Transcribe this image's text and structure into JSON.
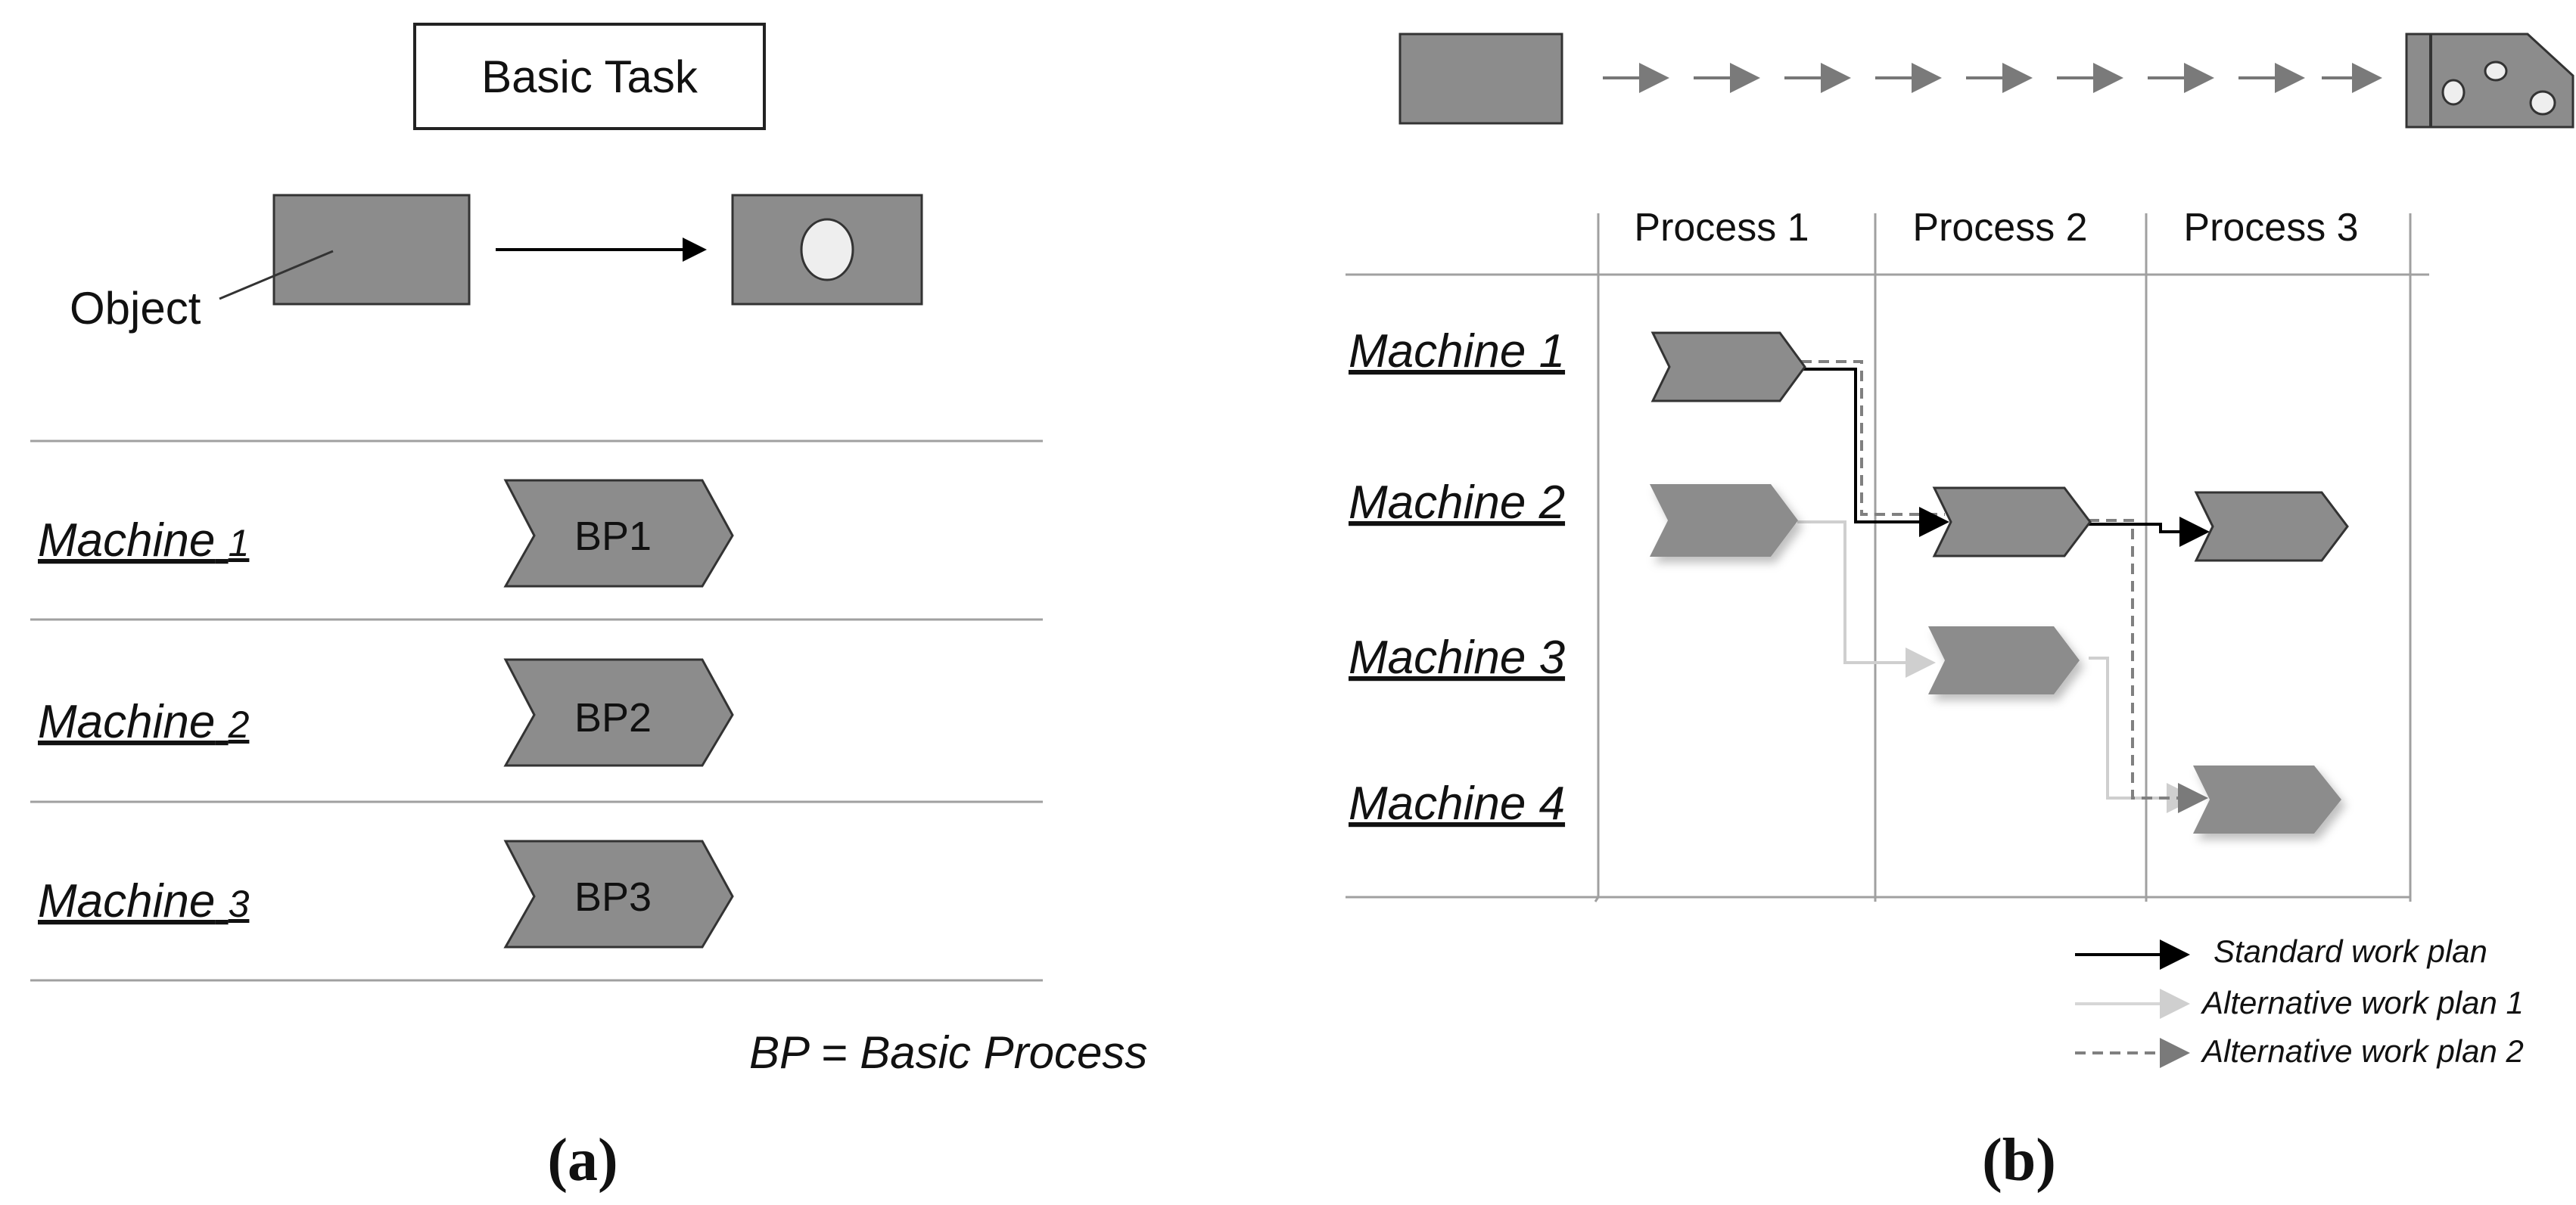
{
  "panel_a": {
    "title": "Basic Task",
    "object_label": "Object",
    "machines": [
      {
        "label": "Machine",
        "num": "1",
        "bp": "BP1"
      },
      {
        "label": "Machine",
        "num": "2",
        "bp": "BP2"
      },
      {
        "label": "Machine",
        "num": "3",
        "bp": "BP3"
      }
    ],
    "footnote": "BP = Basic Process",
    "caption": "(a)"
  },
  "panel_b": {
    "processes": [
      "Process 1",
      "Process 2",
      "Process 3"
    ],
    "machines": [
      "Machine 1",
      "Machine 2",
      "Machine 3",
      "Machine 4"
    ],
    "legend": {
      "standard": "Standard work plan",
      "alt1": "Alternative work plan 1",
      "alt2": "Alternative work plan 2"
    },
    "caption": "(b)"
  },
  "colors": {
    "shape_fill": "#8c8c8c",
    "shape_stroke": "#333333",
    "grid": "#a0a0a0",
    "standard_line": "#000000",
    "alt1_line": "#d0d0d0",
    "alt2_line": "#808080"
  }
}
